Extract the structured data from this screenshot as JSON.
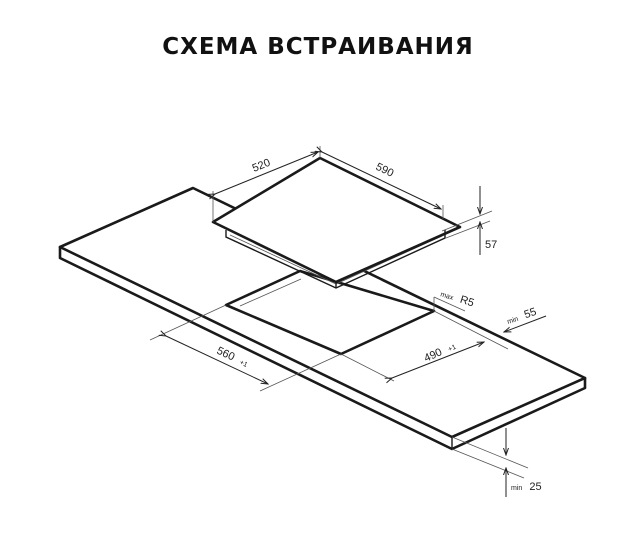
{
  "title": "СХЕМА ВСТРАИВАНИЯ",
  "dimensions": {
    "hob_depth": "520",
    "hob_width": "590",
    "hob_height": "57",
    "cutout_width": "560",
    "cutout_width_tol": "+1",
    "cutout_depth": "490",
    "cutout_depth_tol": "+1",
    "corner_radius_prefix": "max",
    "corner_radius": "R5",
    "edge_distance_prefix": "min",
    "edge_distance": "55",
    "countertop_prefix": "min",
    "countertop_thickness": "25"
  },
  "colors": {
    "line": "#1a1a1a",
    "background": "#ffffff"
  }
}
